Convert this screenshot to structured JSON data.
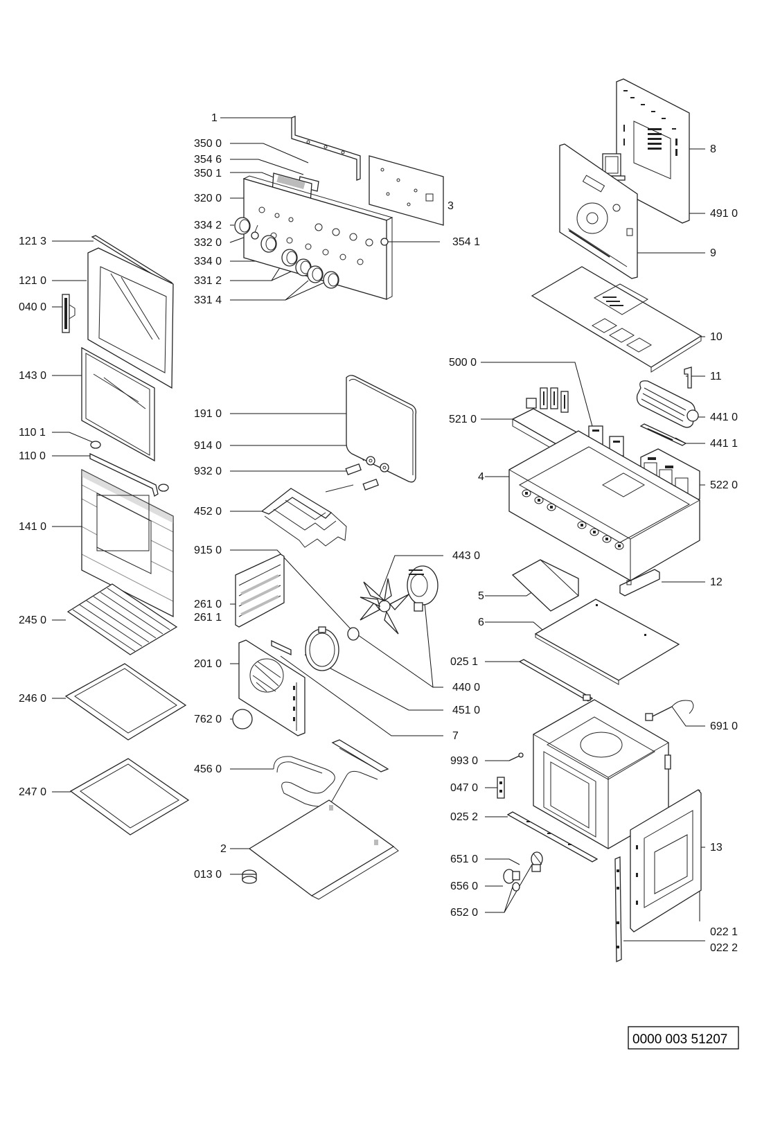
{
  "reference_code": "0000 003 51207",
  "labels": {
    "p1": "1",
    "p350_0": "350 0",
    "p354_6": "354 6",
    "p350_1": "350 1",
    "p320_0": "320 0",
    "p334_2": "334 2",
    "p332_0": "332 0",
    "p334_0": "334 0",
    "p331_2": "331 2",
    "p331_4": "331 4",
    "p3": "3",
    "p354_1": "354 1",
    "p121_3": "121 3",
    "p121_0": "121 0",
    "p040_0": "040 0",
    "p143_0": "143 0",
    "p110_1": "110 1",
    "p110_0": "110 0",
    "p141_0": "141 0",
    "p245_0": "245 0",
    "p246_0": "246 0",
    "p247_0": "247 0",
    "p191_0": "191 0",
    "p914_0": "914 0",
    "p932_0": "932 0",
    "p452_0": "452 0",
    "p915_0": "915 0",
    "p261_0": "261 0",
    "p261_1": "261 1",
    "p201_0": "201 0",
    "p762_0": "762 0",
    "p456_0": "456 0",
    "p2": "2",
    "p013_0": "013 0",
    "p443_0": "443 0",
    "p440_0": "440 0",
    "p451_0": "451 0",
    "p7": "7",
    "p8": "8",
    "p491_0": "491 0",
    "p9": "9",
    "p10": "10",
    "p500_0": "500 0",
    "p11": "11",
    "p521_0": "521 0",
    "p441_0": "441 0",
    "p441_1": "441 1",
    "p4": "4",
    "p522_0": "522 0",
    "p5": "5",
    "p12": "12",
    "p6": "6",
    "p025_1": "025 1",
    "p691_0": "691 0",
    "p993_0": "993 0",
    "p047_0": "047 0",
    "p025_2": "025 2",
    "p13": "13",
    "p651_0": "651 0",
    "p656_0": "656 0",
    "p652_0": "652 0",
    "p022_1": "022 1",
    "p022_2": "022 2"
  }
}
